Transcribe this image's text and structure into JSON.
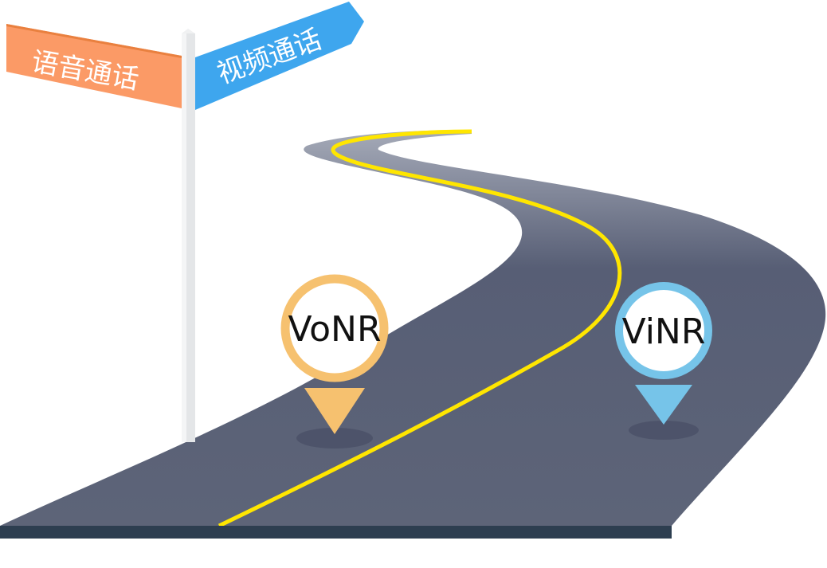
{
  "signs": {
    "left": {
      "label": "语音通话",
      "color": "#fb9a66"
    },
    "right": {
      "label": "视频通话",
      "color": "#3ea6ee"
    }
  },
  "pins": [
    {
      "label": "VoNR",
      "color": "#f6c16f"
    },
    {
      "label": "ViNR",
      "color": "#76c4e9"
    }
  ],
  "colors": {
    "road": "#575e75",
    "road_far": "#9aa0b0",
    "lane": "#ffe600",
    "base": "#2d3e50"
  }
}
